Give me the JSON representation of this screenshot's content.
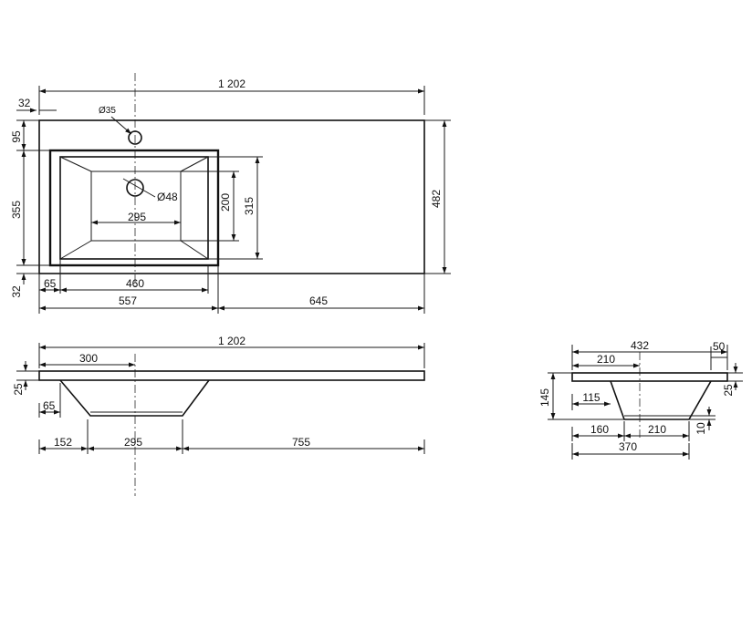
{
  "top_view": {
    "overall_width": "1 202",
    "offset_left": "32",
    "tap_hole": "Ø35",
    "tap_offset_top": "95",
    "bowl_depth": "355",
    "offset_bottom": "32",
    "drain": "Ø48",
    "inner_bottom_width": "295",
    "inner_bottom_depth": "200",
    "inner_depth": "315",
    "overall_depth": "482",
    "inner_offset": "65",
    "bowl_inner_width": "460",
    "bowl_outer_width": "557",
    "deck_width": "645"
  },
  "front_view": {
    "overall_width": "1 202",
    "center_offset": "300",
    "slab_thickness": "25",
    "wall_offset": "65",
    "left_run": "152",
    "bottom_width": "295",
    "right_run": "755"
  },
  "side_view": {
    "overall_depth": "432",
    "back_lip": "50",
    "center_offset": "210",
    "slab_thickness": "25",
    "height": "145",
    "wall_offset": "115",
    "bottom_thickness": "10",
    "front_run": "160",
    "bottom_width": "210",
    "total_run": "370"
  }
}
